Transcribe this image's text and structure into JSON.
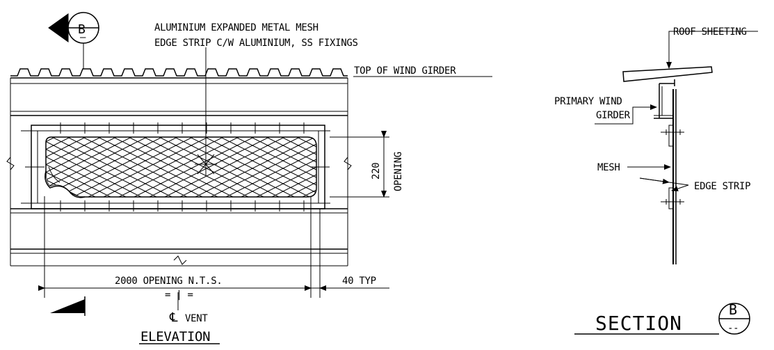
{
  "elevation": {
    "section_marker": {
      "letter": "B",
      "sub": "–"
    },
    "mesh_note_line1": "ALUMINIUM EXPANDED METAL MESH",
    "mesh_note_line2": "EDGE STRIP C/W ALUMINIUM, SS FIXINGS",
    "top_label": "TOP OF WIND GIRDER",
    "dim_opening_height": "220",
    "dim_opening_label": "OPENING",
    "dim_width": "2000 OPENING N.T.S.",
    "dim_typ": "40 TYP",
    "equal_marks": "= | =",
    "centerline_symbol": "℄",
    "centerline_label": "VENT",
    "title": "ELEVATION"
  },
  "section": {
    "roof_label": "ROOF SHEETING",
    "girder_label_line1": "PRIMARY WIND",
    "girder_label_line2": "GIRDER",
    "mesh_label": "MESH",
    "edge_label": "EDGE STRIP",
    "title": "SECTION",
    "marker": {
      "letter": "B",
      "sub": "--"
    }
  }
}
